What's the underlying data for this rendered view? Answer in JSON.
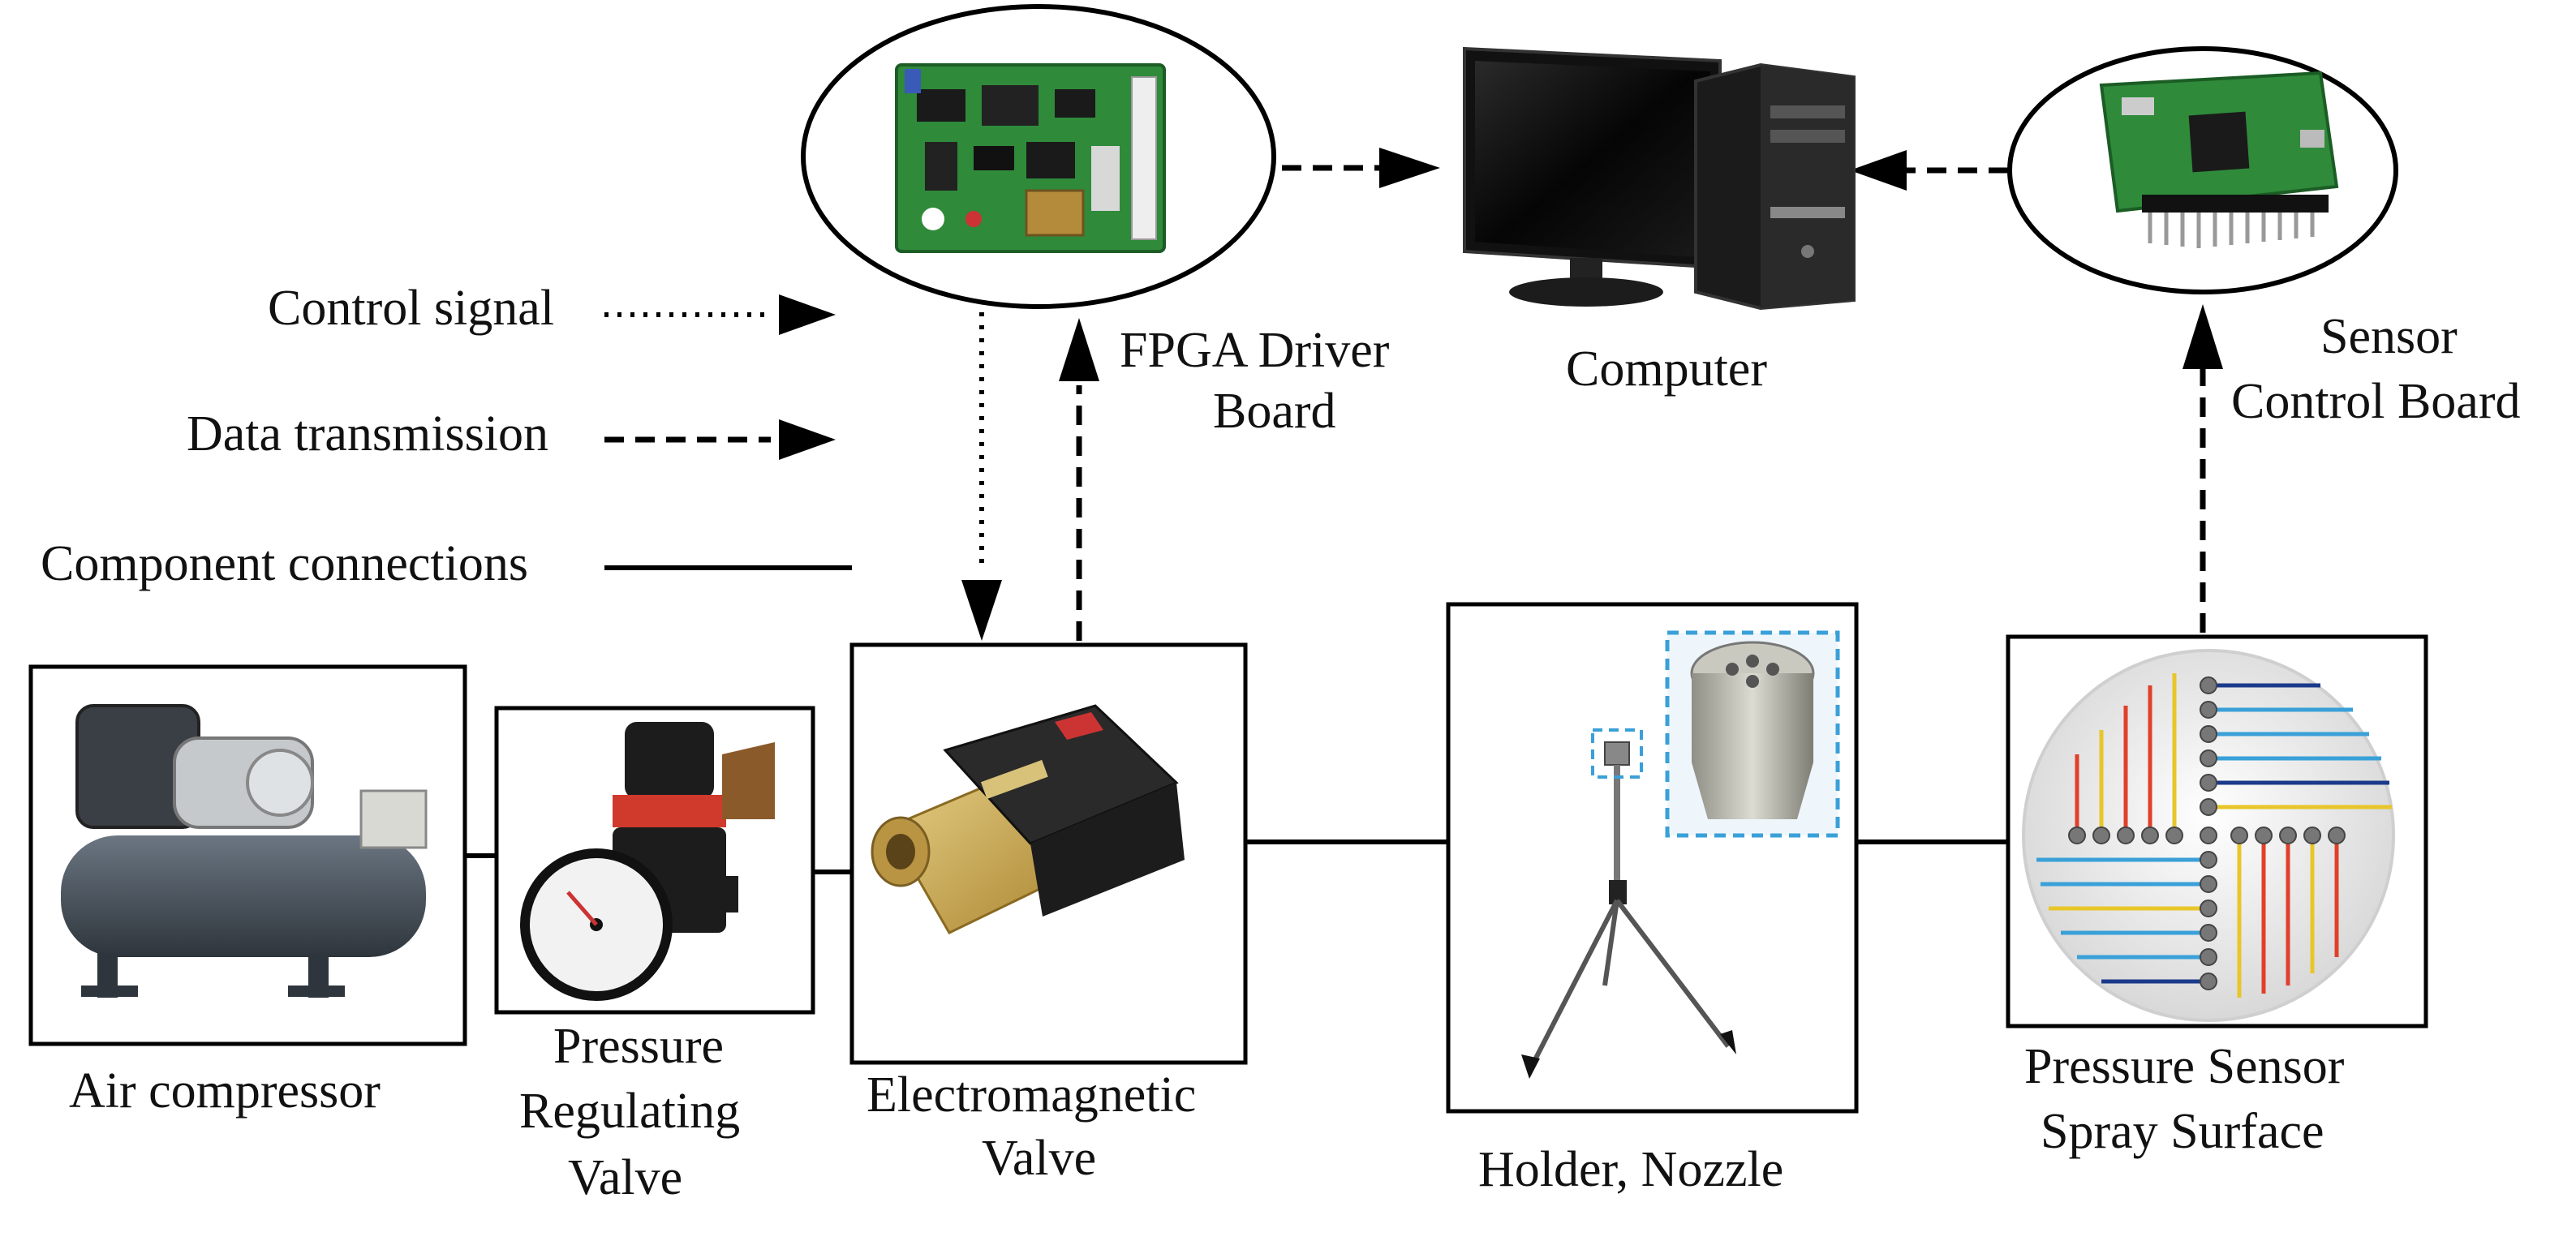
{
  "legend": {
    "control_signal": "Control signal",
    "data_transmission": "Data transmission",
    "component_connections": "Component connections"
  },
  "nodes": {
    "fpga": {
      "line1": "FPGA Driver",
      "line2": "Board"
    },
    "computer": {
      "line1": "Computer"
    },
    "sensor_board": {
      "line1": "Sensor",
      "line2": "Control Board"
    },
    "air_compressor": {
      "line1": "Air compressor"
    },
    "pressure_valve": {
      "line1": "Pressure",
      "line2": "Regulating",
      "line3": "Valve"
    },
    "em_valve": {
      "line1": "Electromagnetic",
      "line2": "Valve"
    },
    "holder": {
      "line1": "Holder, Nozzle"
    },
    "pressure_sensor": {
      "line1": "Pressure Sensor",
      "line2": "Spray Surface"
    }
  },
  "colors": {
    "pcb_green": "#2f8a3a",
    "brass": "#c9a84e",
    "tank": "#4b5560",
    "sensor_blue": "#3aa0d8",
    "sensor_red": "#e0402a",
    "sensor_yellow": "#e8c62a"
  }
}
